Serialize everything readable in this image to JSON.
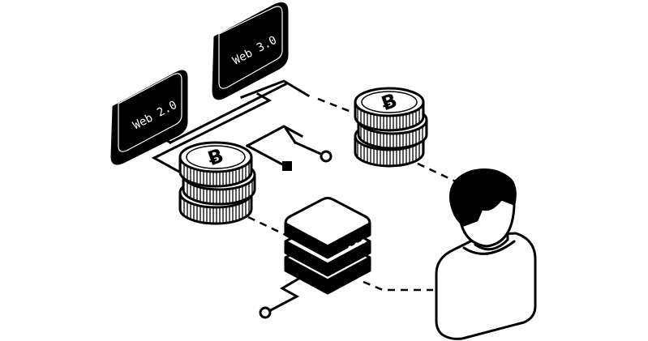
{
  "badges": {
    "web2": "Web 2.0",
    "web3": "Web 3.0"
  },
  "coin_symbol": "Ƀ",
  "colors": {
    "ink": "#000000",
    "paper": "#ffffff"
  },
  "icons": {
    "coin_stack": "bitcoin-coin-stack-icon",
    "server": "server-stack-icon",
    "user": "user-silhouette-icon"
  }
}
